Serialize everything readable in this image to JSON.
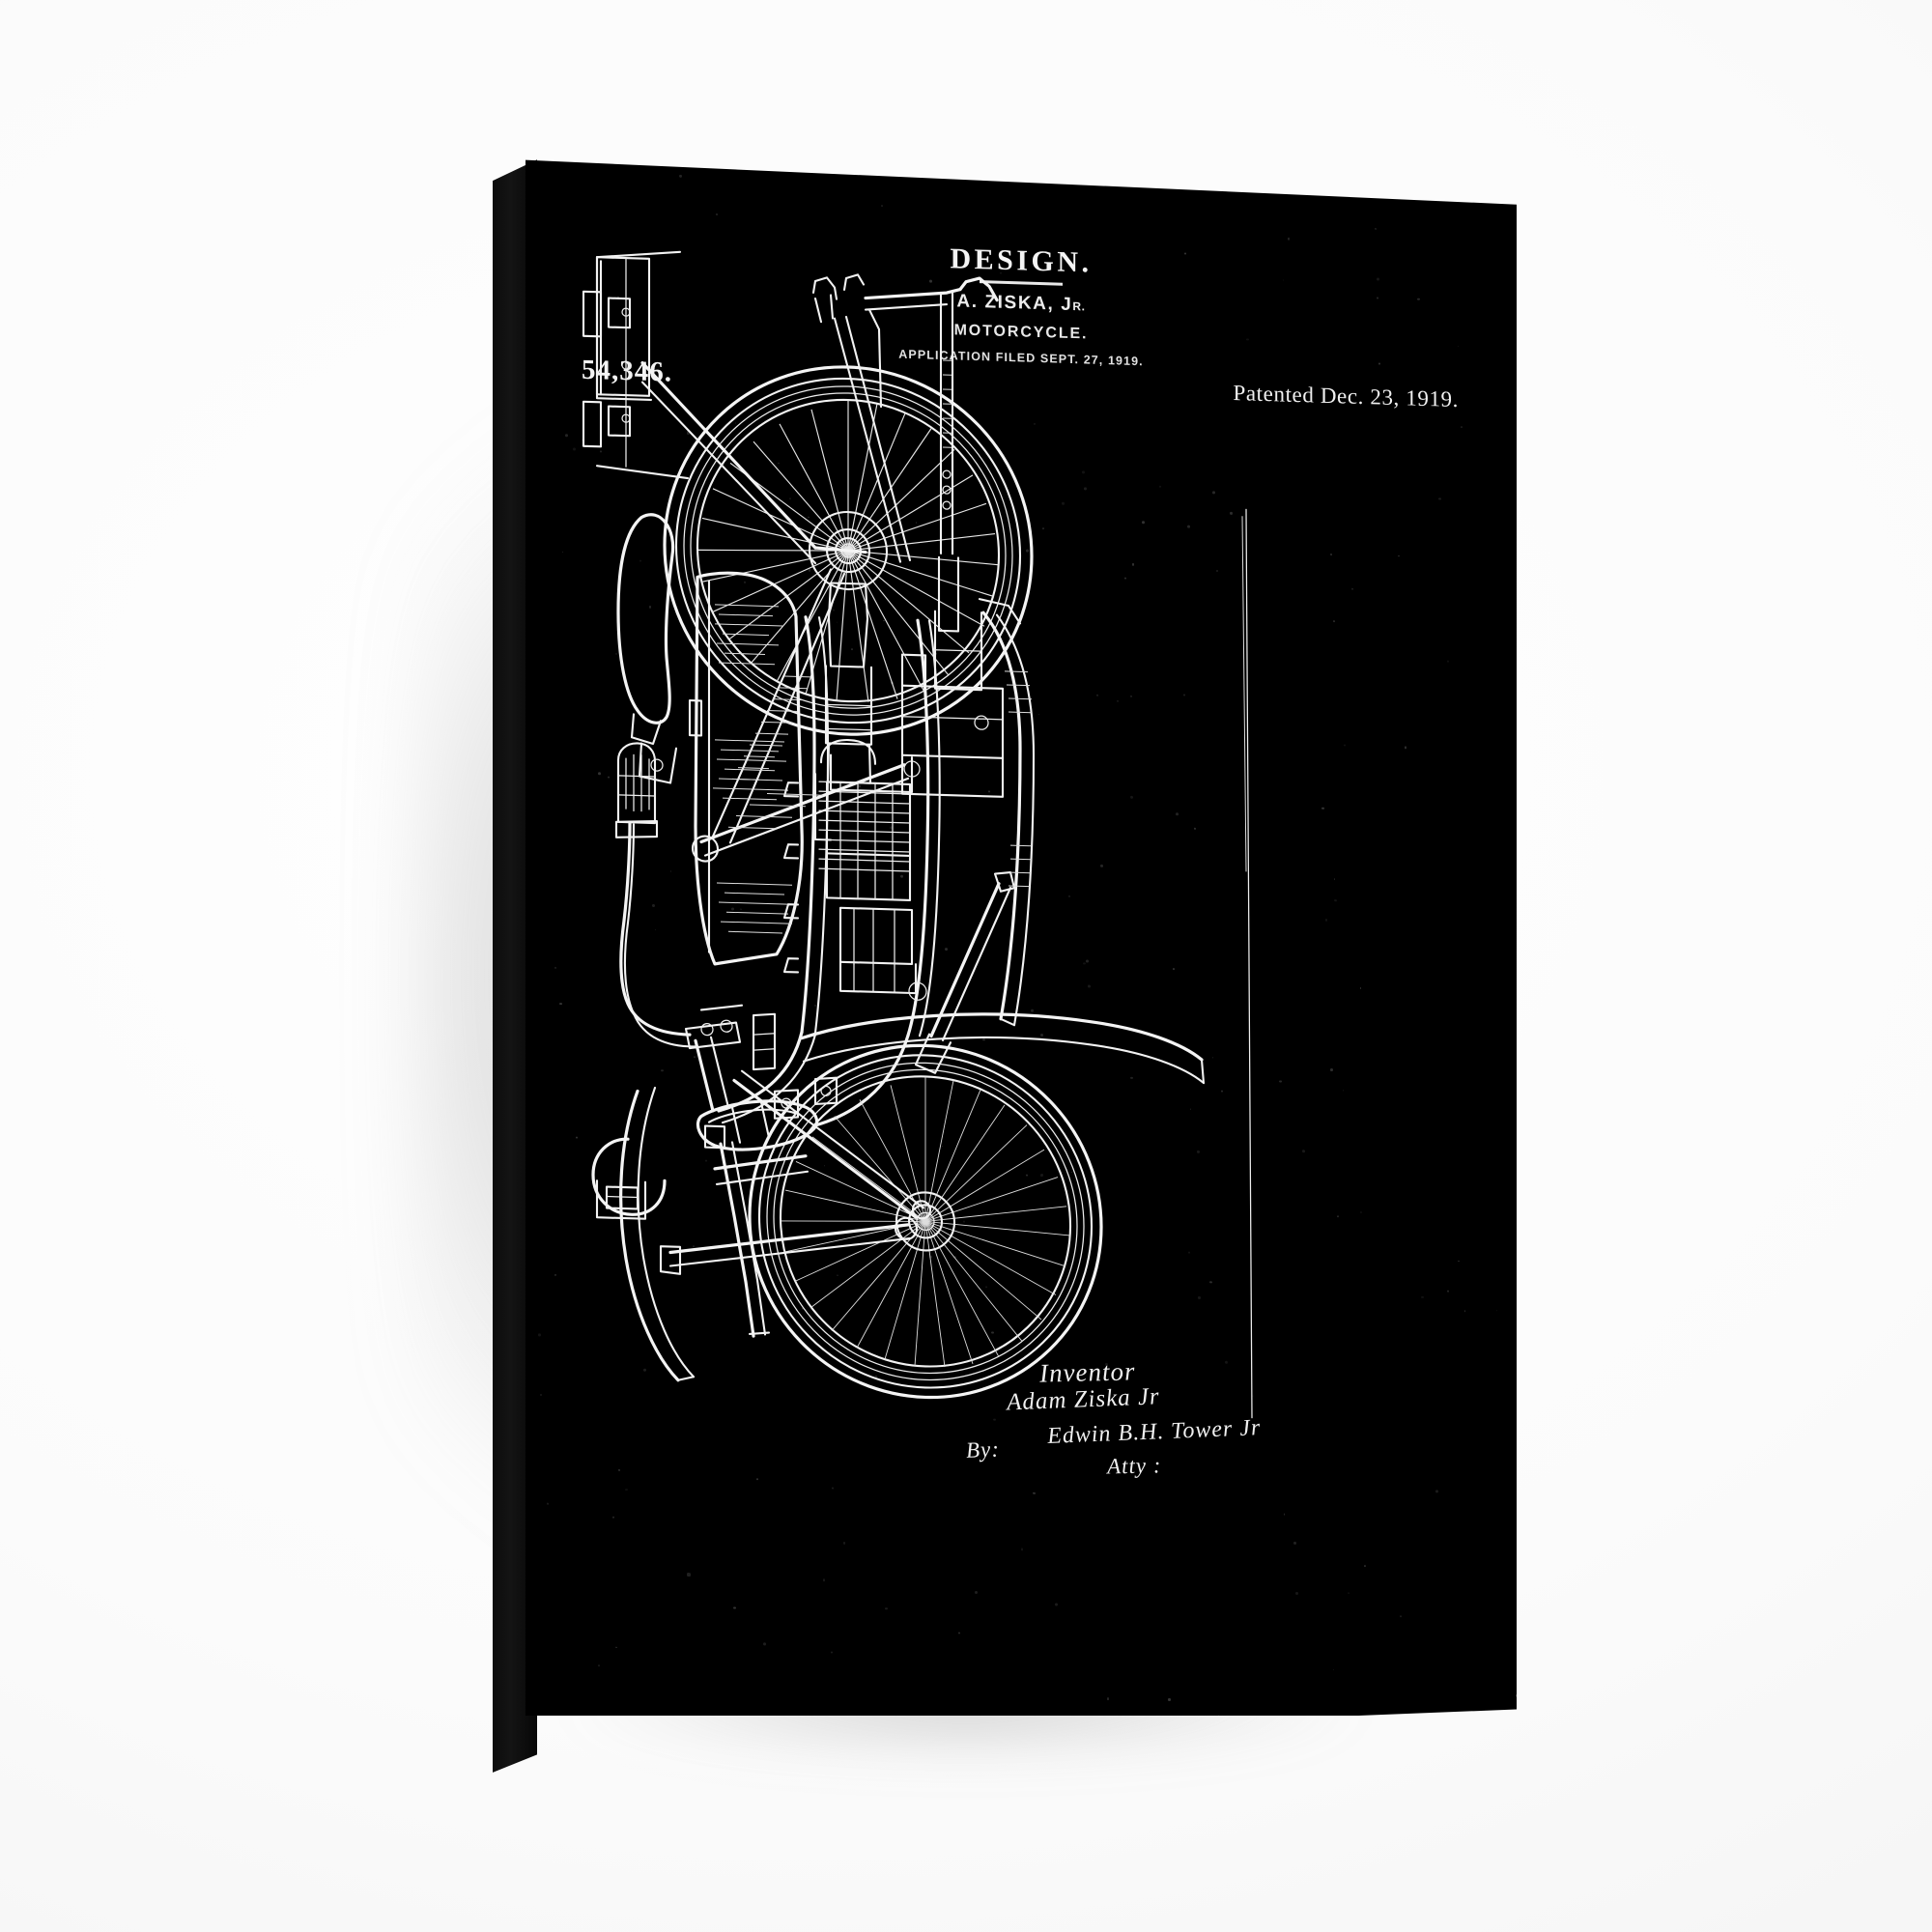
{
  "artwork": {
    "medium": "canvas-print",
    "background_color": "#000000",
    "ink_color": "#ffffff",
    "wall_color": "#ffffff"
  },
  "patent": {
    "heading": "DESIGN.",
    "inventor_line": "A. ZISKA, J",
    "inventor_suffix": "R.",
    "subject": "MOTORCYCLE.",
    "application_line": "APPLICATION FILED SEPT. 27, 1919.",
    "patent_number": "54,346.",
    "patented_line": "Patented Dec. 23, 1919."
  },
  "signature": {
    "inventor_label": "Inventor",
    "inventor_name": "Adam Ziska Jr",
    "by_label": "By:",
    "attorney_name": "Edwin B.H. Tower Jr",
    "attorney_label": "Atty :"
  },
  "drawing": {
    "subject": "motorcycle side elevation",
    "parts": [
      "rear wheel with spoked hub",
      "luggage rack / rear carrier",
      "saddle seat",
      "fuel tank with hatching",
      "finned engine cylinders",
      "drive belt pulley",
      "front fork",
      "front wheel with spokes",
      "handlebar with grip",
      "headlamp",
      "front fender",
      "rear fender",
      "kick stand",
      "foot board",
      "margin rule line"
    ]
  }
}
